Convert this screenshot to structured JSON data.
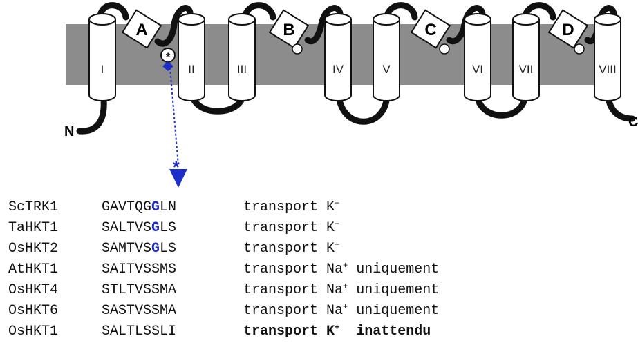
{
  "diagram": {
    "helices": [
      "I",
      "II",
      "III",
      "IV",
      "V",
      "VI",
      "VII",
      "VIII"
    ],
    "loops": [
      "A",
      "B",
      "C",
      "D"
    ],
    "n_terminus": "N",
    "c_terminus": "C",
    "marker": "*",
    "colors": {
      "membrane": "#8c8c8c",
      "highlight": "#1d2ec9",
      "cylinder": "#ffffff",
      "outline": "#111111"
    }
  },
  "alignment": {
    "site_marker": "*",
    "rows": [
      {
        "name": "ScTRK1",
        "seq_pre": "GAVTQG",
        "seq_key": "G",
        "seq_post": "LN",
        "key_highlight": true,
        "transport": "transport",
        "ion": "K",
        "charge": "+",
        "note": "",
        "bold": false
      },
      {
        "name": "TaHKT1",
        "seq_pre": "SALTVS",
        "seq_key": "G",
        "seq_post": "LS",
        "key_highlight": true,
        "transport": "transport",
        "ion": "K",
        "charge": "+",
        "note": "",
        "bold": false
      },
      {
        "name": "OsHKT2",
        "seq_pre": "SAMTVS",
        "seq_key": "G",
        "seq_post": "LS",
        "key_highlight": true,
        "transport": "transport",
        "ion": "K",
        "charge": "+",
        "note": "",
        "bold": false
      },
      {
        "name": "AtHKT1",
        "seq_pre": "SAITVS",
        "seq_key": "S",
        "seq_post": "MS",
        "key_highlight": false,
        "transport": "transport",
        "ion": "Na",
        "charge": "+",
        "note": "uniquement",
        "bold": false
      },
      {
        "name": "OsHKT4",
        "seq_pre": "STLTVS",
        "seq_key": "S",
        "seq_post": "MA",
        "key_highlight": false,
        "transport": "transport",
        "ion": "Na",
        "charge": "+",
        "note": "uniquement",
        "bold": false
      },
      {
        "name": "OsHKT6",
        "seq_pre": "SASTVS",
        "seq_key": "S",
        "seq_post": "MA",
        "key_highlight": false,
        "transport": "transport",
        "ion": "Na",
        "charge": "+",
        "note": "uniquement",
        "bold": false
      },
      {
        "name": "OsHKT1",
        "seq_pre": "SALTLS",
        "seq_key": "S",
        "seq_post": "LI",
        "key_highlight": false,
        "transport": "transport",
        "ion": "K",
        "charge": "+",
        "note": "inattendu",
        "bold": true
      }
    ]
  }
}
